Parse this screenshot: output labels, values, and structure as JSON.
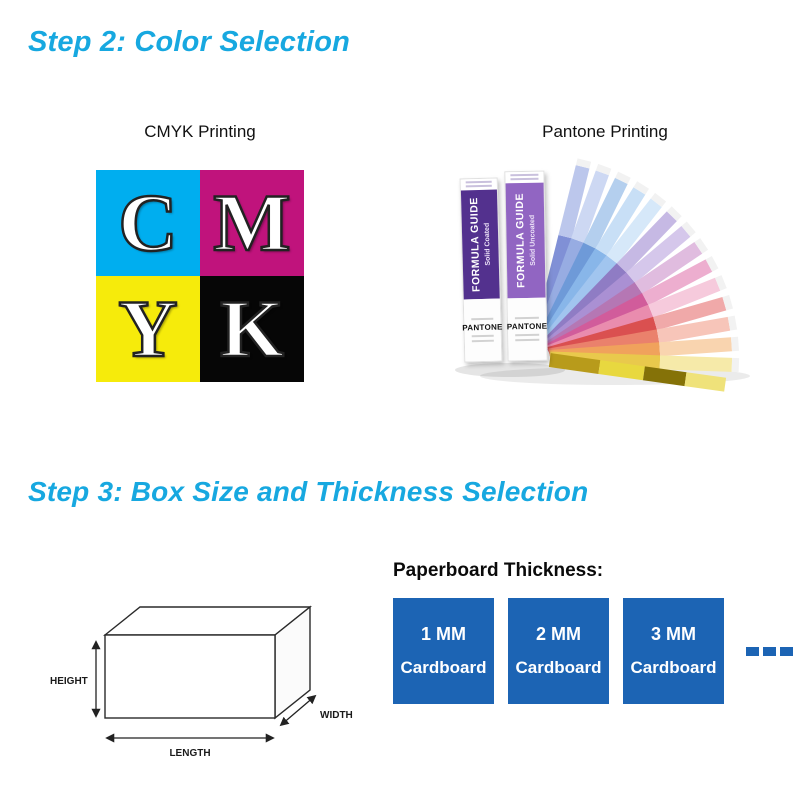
{
  "step2": {
    "title": "Step 2: Color Selection",
    "cmyk": {
      "label": "CMYK Printing",
      "tiles": [
        {
          "letter": "C",
          "color": "#00AEEF"
        },
        {
          "letter": "M",
          "color": "#C0137C"
        },
        {
          "letter": "Y",
          "color": "#F6EB0B"
        },
        {
          "letter": "K",
          "color": "#060606"
        }
      ]
    },
    "pantone": {
      "label": "Pantone Printing",
      "guides": [
        {
          "title": "FORMULA GUIDE",
          "subtitle": "Solid Coated",
          "brand": "PANTONE"
        },
        {
          "title": "FORMULA GUIDE",
          "subtitle": "Solid Uncoated",
          "brand": "PANTONE"
        }
      ]
    }
  },
  "step3": {
    "title": "Step 3: Box Size and Thickness Selection",
    "box_labels": {
      "height": "HEIGHT",
      "length": "LENGTH",
      "width": "WIDTH"
    },
    "thickness": {
      "heading": "Paperboard Thickness:",
      "options": [
        {
          "size": "1 MM",
          "material": "Cardboard"
        },
        {
          "size": "2 MM",
          "material": "Cardboard"
        },
        {
          "size": "3 MM",
          "material": "Cardboard"
        }
      ]
    }
  },
  "colors": {
    "accent_cyan": "#17A8E0",
    "cmyk_cyan": "#00AEEF",
    "cmyk_magenta": "#C0137C",
    "cmyk_yellow": "#F6EB0B",
    "cmyk_black": "#060606",
    "thickness_tile_blue": "#1C64B4",
    "pantone_coated_purple": "#53318E",
    "pantone_uncoated_purple": "#9165C2"
  }
}
